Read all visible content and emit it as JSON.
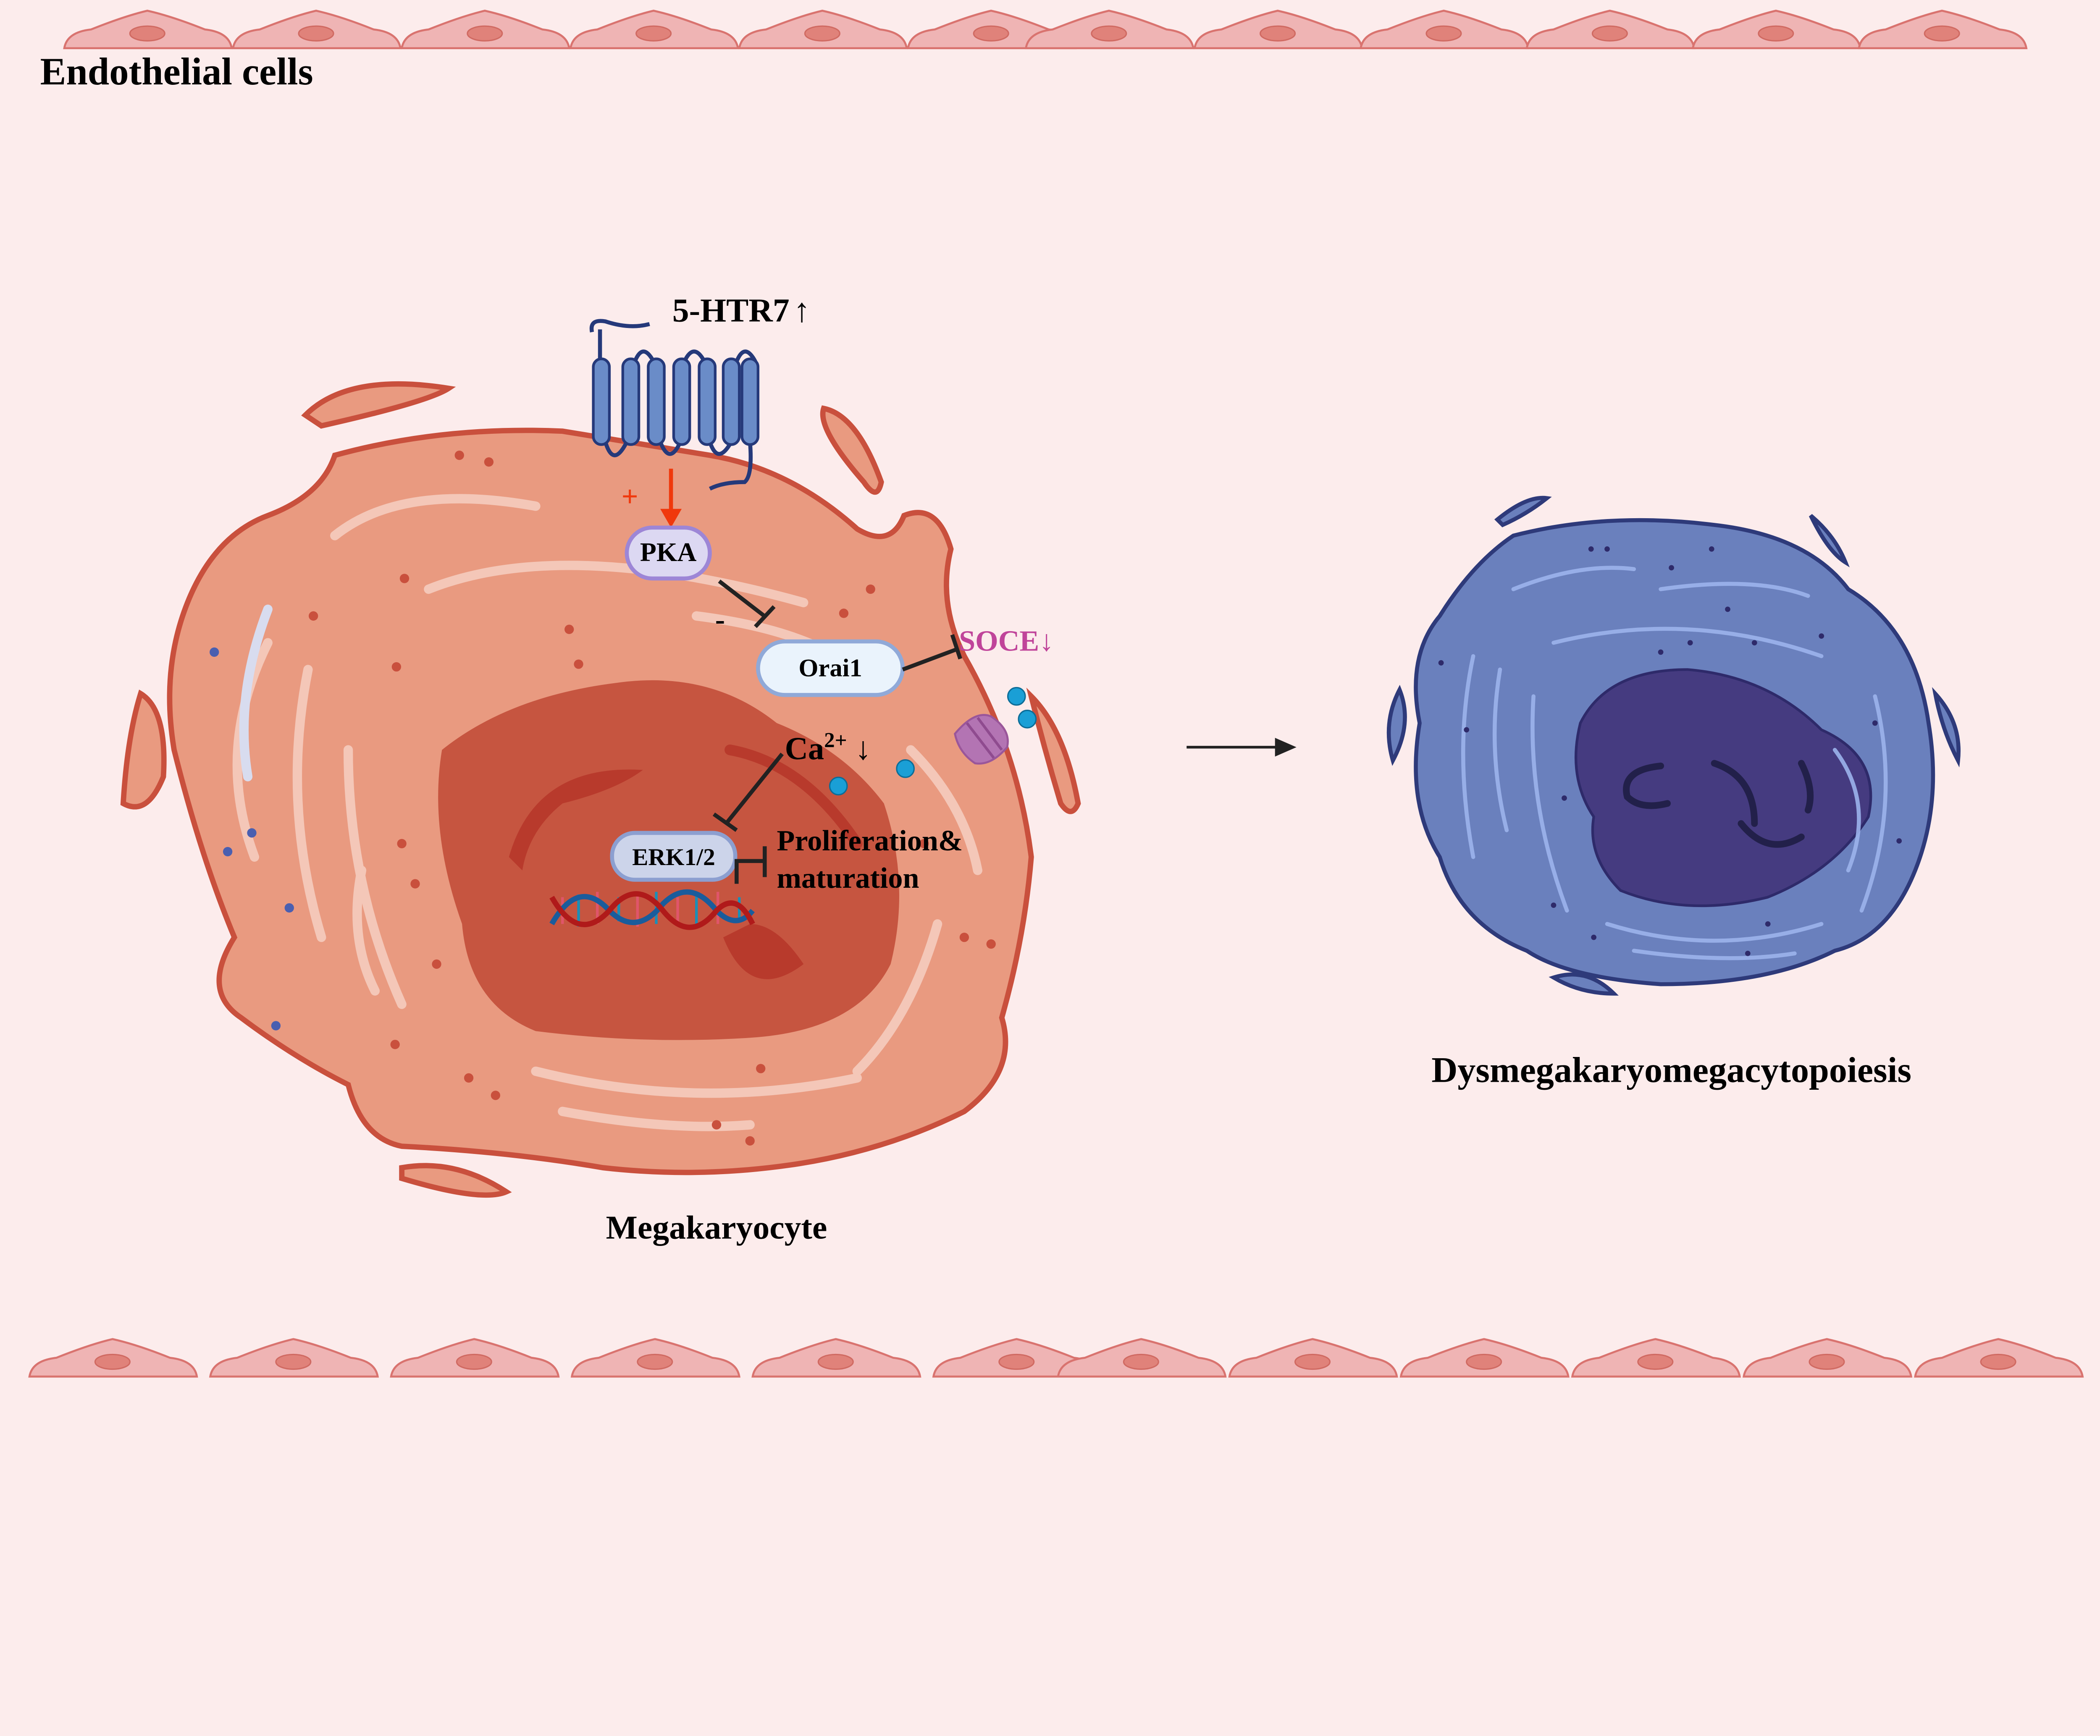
{
  "labels": {
    "endothelial": "Endothelial cells",
    "receptor": "5-HTR7",
    "receptor_arrow": "↑",
    "plus": "+",
    "minus": "-",
    "pka": "PKA",
    "orai1": "Orai1",
    "soce": "SOCE",
    "soce_arrow": "↓",
    "ca": "Ca",
    "ca_charge": "2+",
    "ca_arrow": "↓",
    "erk": "ERK1/2",
    "outcome_line1": "Proliferation&",
    "outcome_line2": "maturation",
    "megakaryocyte": "Megakaryocyte",
    "result": "Dysmegakaryomegacytopoiesis"
  },
  "colors": {
    "background": "#fcecec",
    "endothelial_fill": "#efb4b4",
    "megakaryocyte_fill": "#e99a80",
    "megakaryocyte_nucleus": "#c65540",
    "dys_cell_fill": "#6a80bd",
    "dys_nucleus": "#453b80",
    "activation": "#f0380c",
    "soce": "#c0449a",
    "receptor": "#6a8cc8"
  }
}
